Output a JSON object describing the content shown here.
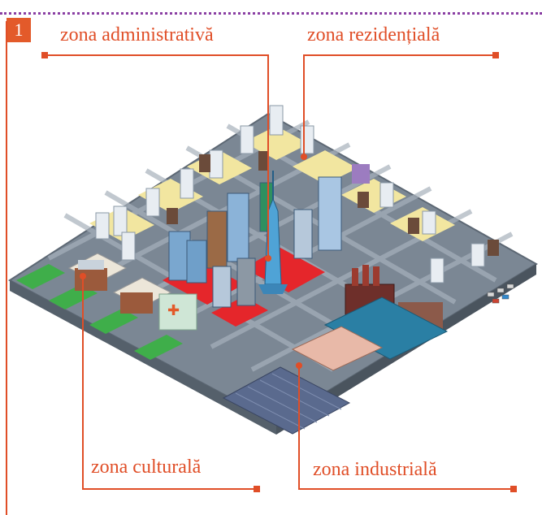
{
  "figure_number": "1",
  "labels": {
    "administrative": "zona administrativă",
    "residential": "zona rezidențială",
    "cultural": "zona culturală",
    "industrial": "zona industrială"
  },
  "colors": {
    "accent": "#e35a2a",
    "leader": "#e04e27",
    "dots": "#8a3fa3",
    "ground": "#6f7b86",
    "park": "#3fae4a"
  },
  "illustration": "isometric-city-map"
}
